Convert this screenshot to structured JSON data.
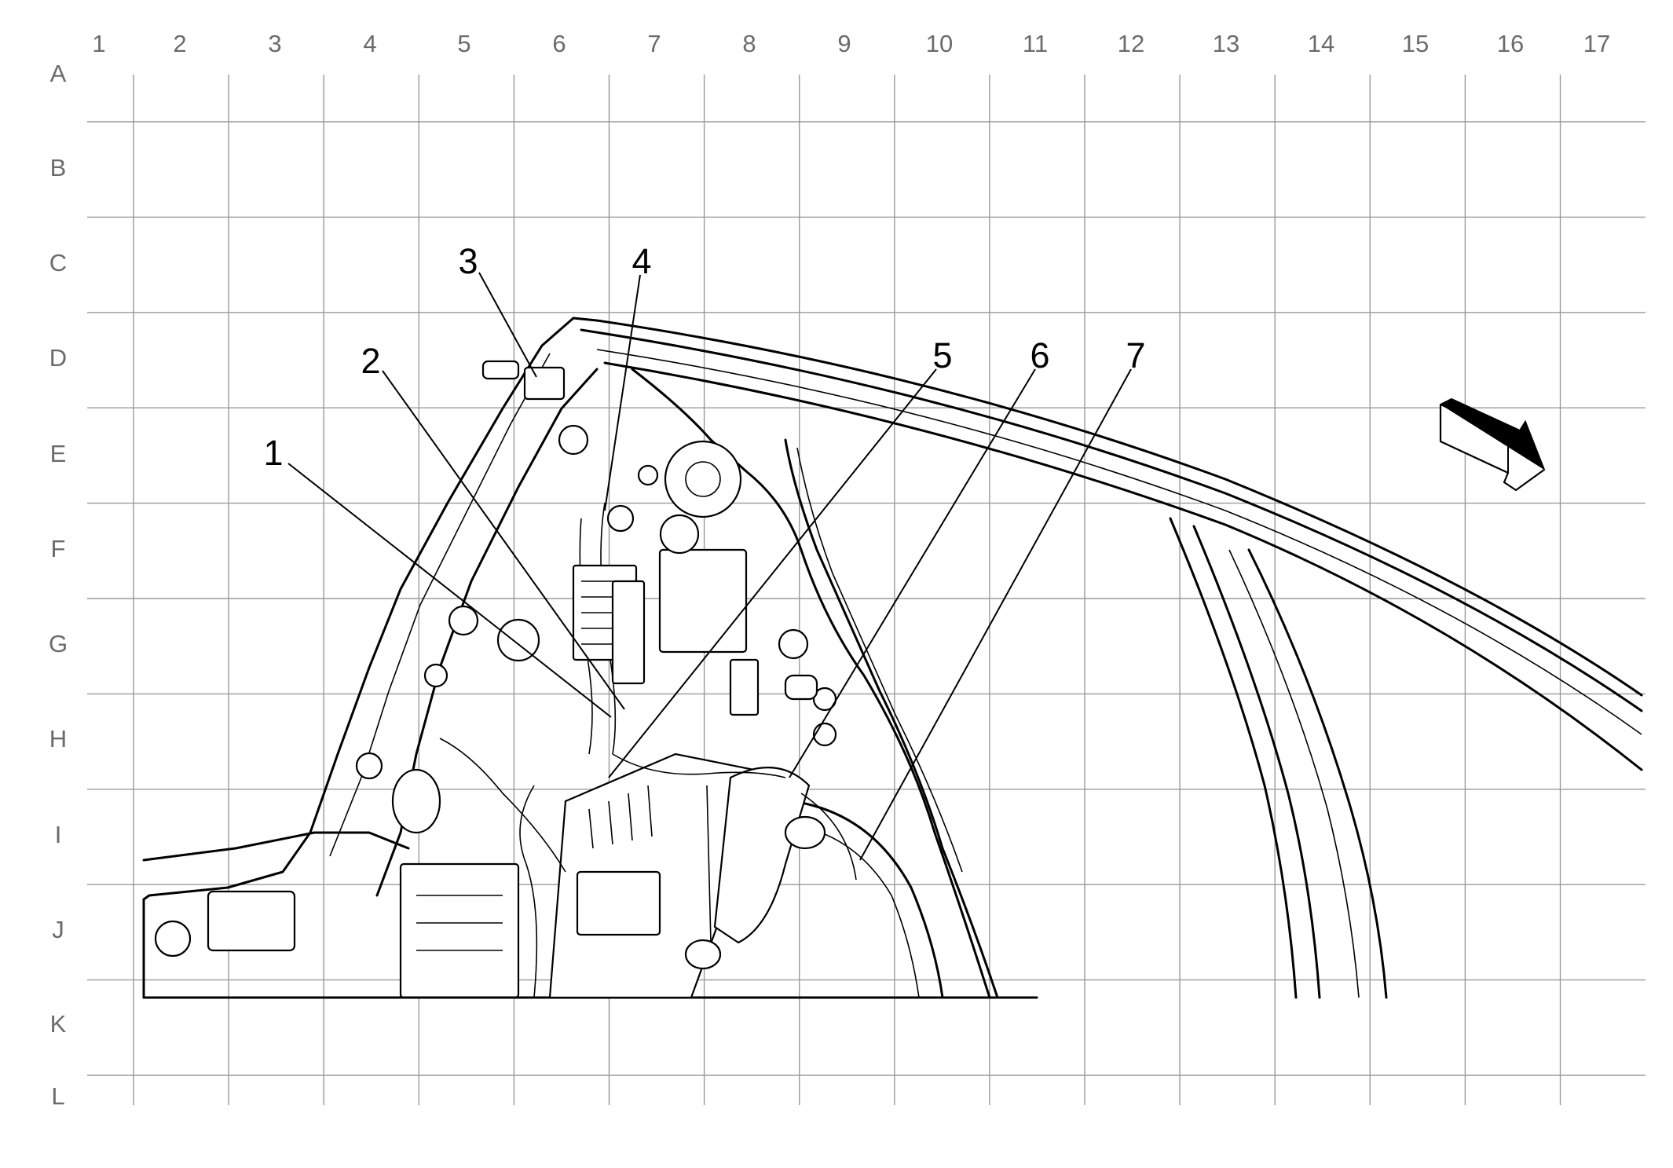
{
  "grid": {
    "columns": [
      "1",
      "2",
      "3",
      "4",
      "5",
      "6",
      "7",
      "8",
      "9",
      "10",
      "11",
      "12",
      "13",
      "14",
      "15",
      "16",
      "17"
    ],
    "rows": [
      "A",
      "B",
      "C",
      "D",
      "E",
      "F",
      "G",
      "H",
      "I",
      "J",
      "K",
      "L"
    ]
  },
  "callouts": [
    {
      "num": "1"
    },
    {
      "num": "2"
    },
    {
      "num": "3"
    },
    {
      "num": "4"
    },
    {
      "num": "5"
    },
    {
      "num": "6"
    },
    {
      "num": "7"
    }
  ],
  "direction_icon": "forward-arrow-icon"
}
